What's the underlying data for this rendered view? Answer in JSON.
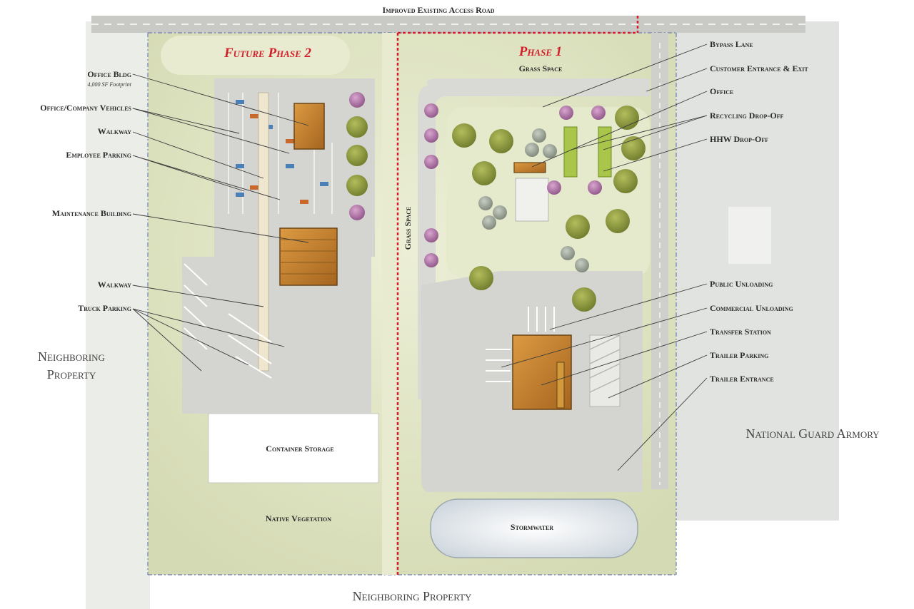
{
  "map": {
    "road_label": "Improved Existing Access Road",
    "phase2_label": "Future Phase 2",
    "phase1_label": "Phase 1",
    "grass_space_top": "Grass Space",
    "grass_space_side": "Grass Space",
    "container_storage": "Container Storage",
    "native_vegetation": "Native Vegetation",
    "stormwater": "Stormwater",
    "neighboring_property_left": [
      "Neighboring",
      "Property"
    ],
    "neighboring_property_bottom": "Neighboring Property",
    "national_guard": "National Guard Armory",
    "left_labels": {
      "office_bldg": "Office Bldg",
      "office_bldg_note": "4,000 SF Footprint",
      "company_vehicles": "Office/Company Vehicles",
      "walkway_1": "Walkway",
      "employee_parking": "Employee Parking",
      "maintenance_building": "Maintenance Building",
      "walkway_2": "Walkway",
      "truck_parking": "Truck Parking"
    },
    "right_labels": {
      "bypass_lane": "Bypass Lane",
      "customer_entrance": "Customer Entrance & Exit",
      "office": "Office",
      "recycling": "Recycling Drop-Off",
      "hhw": "HHW Drop-Off",
      "public_unloading": "Public Unloading",
      "commercial_unloading": "Commercial Unloading",
      "transfer_station": "Transfer Station",
      "trailer_parking": "Trailer Parking",
      "trailer_entrance": "Trailer Entrance"
    },
    "colors": {
      "grass": "#dfe4c4",
      "pavement": "#d6d6d2",
      "building": "#c8822c",
      "red_line": "#d21e2b",
      "tree_green": "#8c9a3c",
      "tree_pink": "#b07aa6",
      "hhw_green": "#a9c64a"
    }
  }
}
